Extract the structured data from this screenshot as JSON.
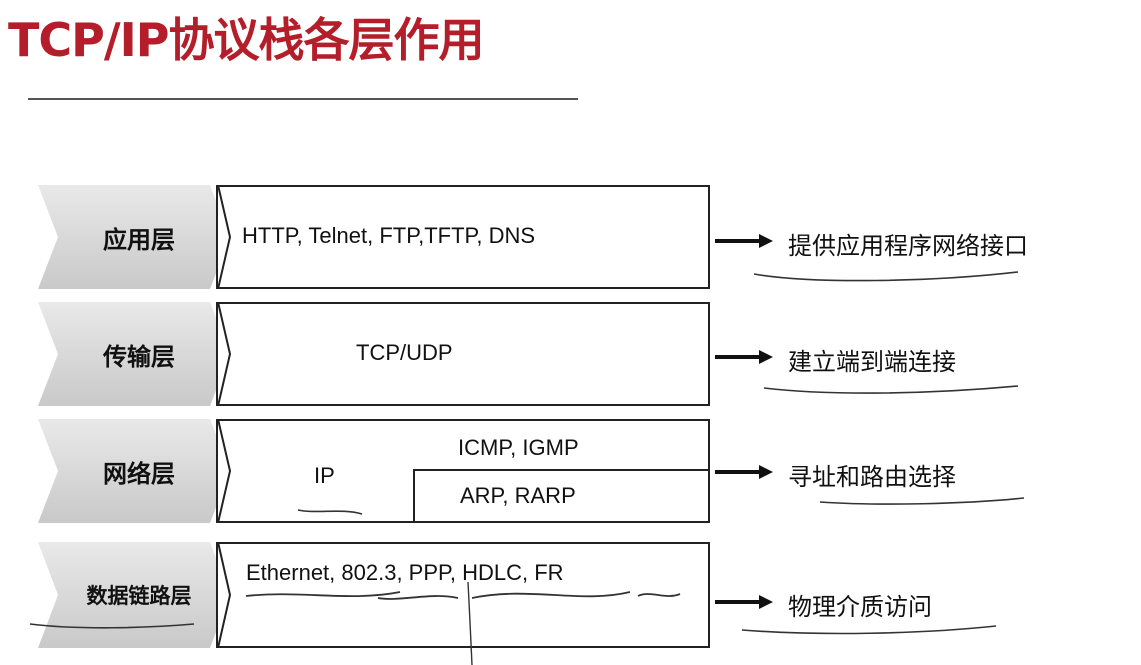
{
  "title": "TCP/IP协议栈各层作用",
  "layers": [
    {
      "name": "应用层",
      "protocols": "HTTP, Telnet, FTP,TFTP, DNS",
      "function": "提供应用程序网络接口"
    },
    {
      "name": "传输层",
      "protocols": "TCP/UDP",
      "function": "建立端到端连接"
    },
    {
      "name": "网络层",
      "protocols_main": "IP",
      "protocols_upper": "ICMP, IGMP",
      "protocols_lower": "ARP, RARP",
      "function": "寻址和路由选择"
    },
    {
      "name": "数据链路层",
      "protocols": "Ethernet, 802.3, PPP, HDLC, FR",
      "function": "物理介质访问"
    }
  ],
  "colors": {
    "title": "#b41e2a",
    "tab": "#d4d4d4",
    "border": "#222222"
  }
}
